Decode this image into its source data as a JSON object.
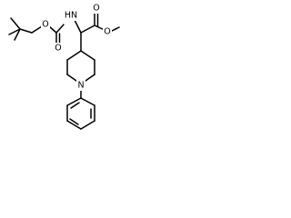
{
  "molecule": {
    "atoms": {
      "amine_n": "HN",
      "carbamate_ether_o": "O",
      "carbamate_carbonyl_o": "O",
      "ester_carbonyl_o": "O",
      "ester_ether_o": "O",
      "piperidine_n": "N"
    },
    "colors": {
      "bond": "#000000",
      "label": "#000000",
      "background": "#ffffff"
    }
  }
}
